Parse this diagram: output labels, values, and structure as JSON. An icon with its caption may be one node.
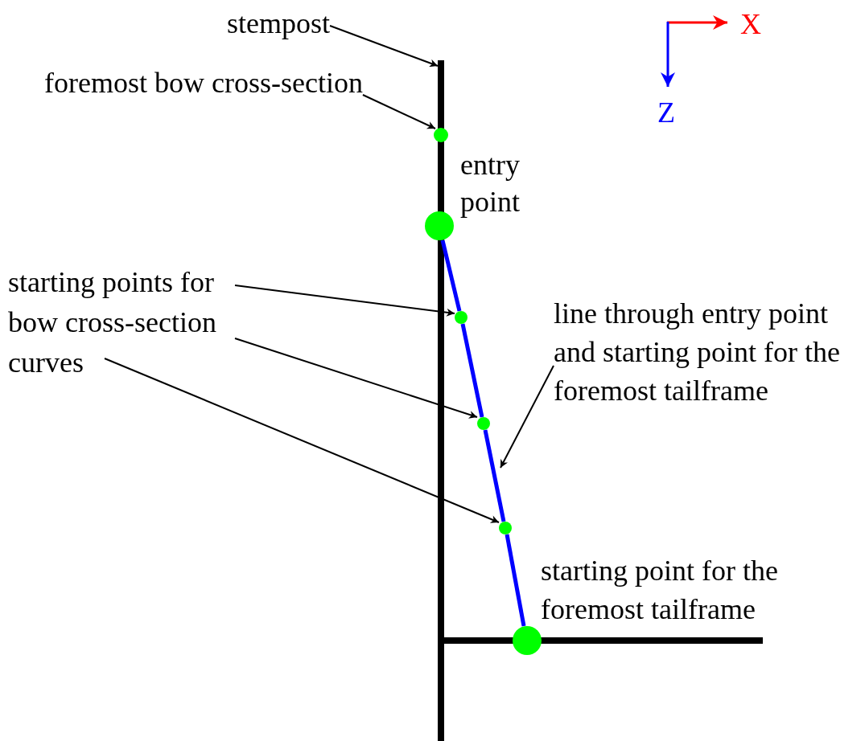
{
  "diagram": {
    "nodes": [
      {
        "text": [
          "stempost"
        ]
      },
      {
        "text": [],
        "shape": "bar"
      },
      {
        "text": [
          "foremost bow cross-section"
        ]
      },
      {
        "text": [],
        "shape": "circle"
      },
      {
        "text": [],
        "shape": "circle",
        "beside": [
          "entry point"
        ]
      },
      {
        "text": [
          "starting points for bow cross-section curves"
        ]
      },
      {
        "text": [],
        "shape": "circle"
      },
      {
        "text": [],
        "shape": "circle"
      },
      {
        "text": [],
        "shape": "circle"
      },
      {
        "text": [
          "line through entry point and starting point for the foremost tailframe"
        ]
      },
      {
        "text": [],
        "shape": "circle",
        "beside": [
          "starting point for the foremost tailframe"
        ]
      }
    ],
    "edges": [
      {
        "from": 0,
        "to": 1,
        "arrow": "to"
      },
      {
        "from": 2,
        "to": 3,
        "arrow": "to"
      },
      {
        "from": 5,
        "to": 6,
        "arrow": "to"
      },
      {
        "from": 5,
        "to": 7,
        "arrow": "to"
      },
      {
        "from": 5,
        "to": 8,
        "arrow": "to"
      },
      {
        "from": 4,
        "to": 6,
        "arrow": "none",
        "style": "thick",
        "color": "#0000ff"
      },
      {
        "from": 6,
        "to": 7,
        "arrow": "none",
        "style": "thick",
        "color": "#0000ff"
      },
      {
        "from": 7,
        "to": 8,
        "arrow": "none",
        "style": "thick",
        "color": "#0000ff"
      },
      {
        "from": 8,
        "to": 10,
        "arrow": "none",
        "style": "thick",
        "color": "#0000ff"
      },
      {
        "from": 9,
        "to": null,
        "arrow": "to"
      }
    ],
    "labels": [
      "X",
      "Z"
    ]
  }
}
